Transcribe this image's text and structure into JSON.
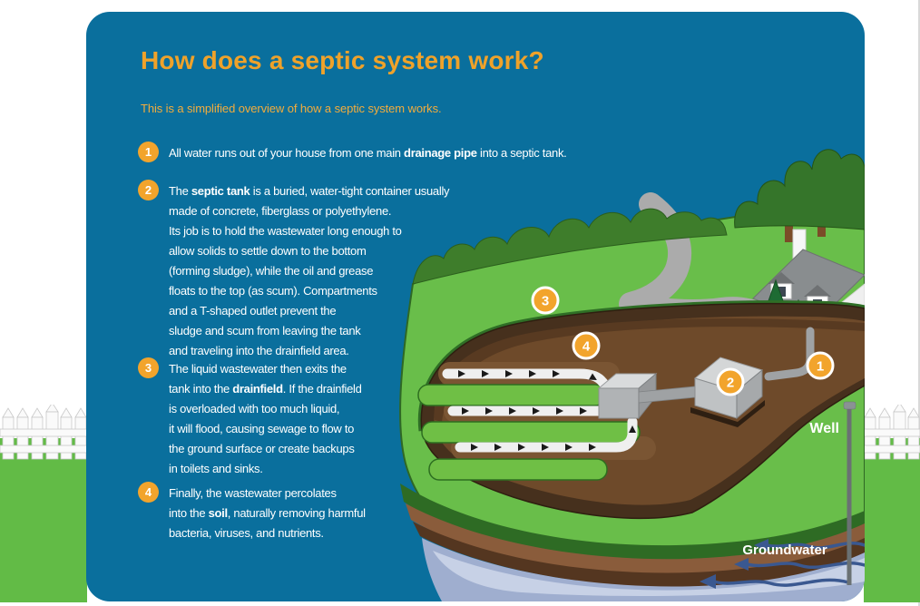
{
  "header": {
    "title": "How does a septic system work?",
    "subtitle": "This is a simplified overview of how a septic system works."
  },
  "steps": [
    {
      "num": "1",
      "segments": [
        {
          "t": "All water runs out of your house from one main "
        },
        {
          "t": "drainage pipe",
          "b": true
        },
        {
          "t": " into a septic tank."
        }
      ]
    },
    {
      "num": "2",
      "segments": [
        {
          "t": "The "
        },
        {
          "t": "septic tank",
          "b": true
        },
        {
          "t": " is a buried, water-tight container usually",
          "br": true
        },
        {
          "t": "made of concrete, fiberglass or polyethylene.",
          "br": true
        },
        {
          "t": "Its job is to hold the wastewater long enough to",
          "br": true
        },
        {
          "t": "allow solids to settle down to the bottom",
          "br": true
        },
        {
          "t": "(forming sludge), while the oil and grease",
          "br": true
        },
        {
          "t": "floats to the top (as scum). Compartments",
          "br": true
        },
        {
          "t": "and a T-shaped outlet prevent the",
          "br": true
        },
        {
          "t": "sludge and scum from leaving the tank",
          "br": true
        },
        {
          "t": "and traveling into the drainfield area."
        }
      ]
    },
    {
      "num": "3",
      "segments": [
        {
          "t": "The liquid wastewater then exits the",
          "br": true
        },
        {
          "t": "tank into the "
        },
        {
          "t": "drainfield",
          "b": true
        },
        {
          "t": ". If the drainfield",
          "br": true
        },
        {
          "t": "is overloaded with too much liquid,",
          "br": true
        },
        {
          "t": "it will flood, causing sewage to flow to",
          "br": true
        },
        {
          "t": "the ground surface or create backups",
          "br": true
        },
        {
          "t": "in toilets and sinks."
        }
      ]
    },
    {
      "num": "4",
      "segments": [
        {
          "t": "Finally, the wastewater percolates",
          "br": true
        },
        {
          "t": "into the "
        },
        {
          "t": "soil",
          "b": true
        },
        {
          "t": ", naturally removing harmful",
          "br": true
        },
        {
          "t": "bacteria, viruses, and nutrients."
        }
      ]
    }
  ],
  "diagram": {
    "badges": [
      "1",
      "2",
      "3",
      "4"
    ],
    "labels": {
      "well": "Well",
      "groundwater": "Groundwater"
    }
  },
  "colors": {
    "panel_blue": "#0a6f9d",
    "title_orange": "#efa22a",
    "subtitle_orange": "#f2ac3d",
    "badge_orange": "#f2a42c",
    "grass_green": "#62bb46",
    "hill_green": "#69be4a",
    "bush_green": "#3e7d2b",
    "soil_brown": "#6e4a2a",
    "dark_soil": "#46301d",
    "groundwater_blue": "#9faecf",
    "arrow_navy": "#3a5890",
    "pipe_gray": "#efefef"
  }
}
